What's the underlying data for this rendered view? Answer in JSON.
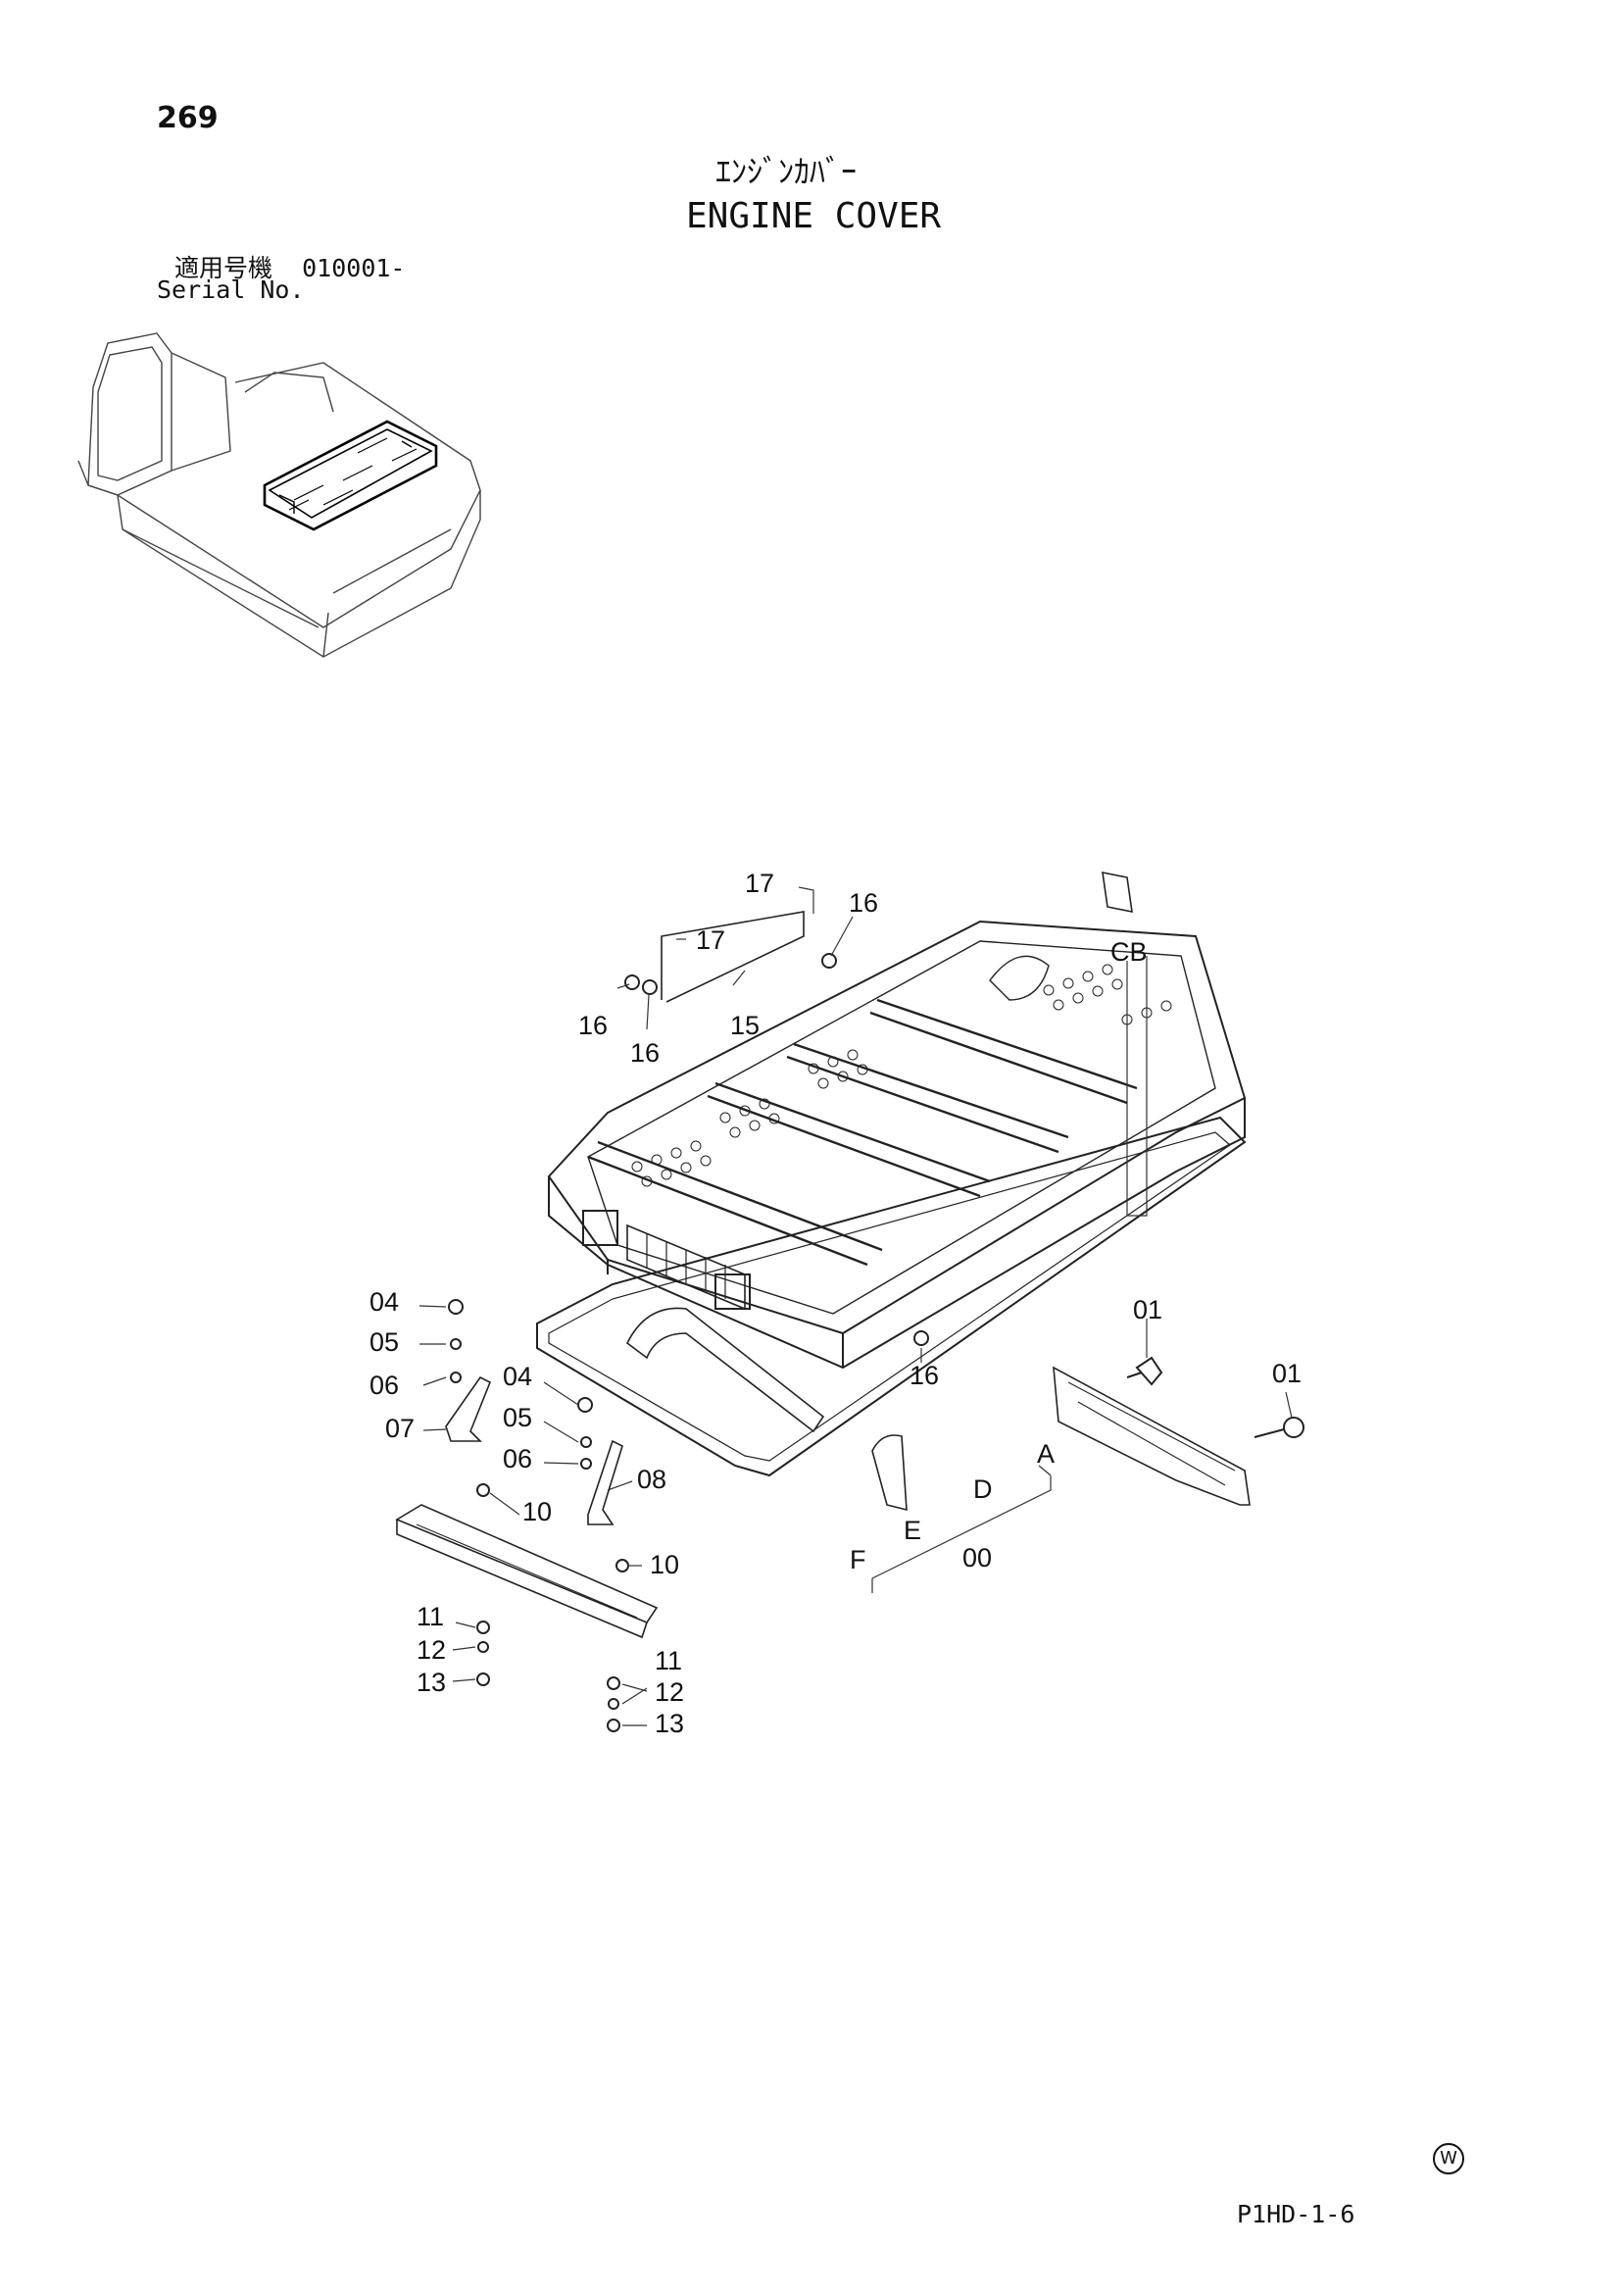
{
  "page_number": "269",
  "title_jp": "ｴﾝｼﾞﾝｶﾊﾞｰ",
  "title_en": "ENGINE COVER",
  "serial": {
    "label_jp": "適用号機",
    "value": "010001-",
    "label_en": "Serial No."
  },
  "doc_code": "P1HD-1-6",
  "w_mark": "W",
  "callouts": [
    {
      "label": "17"
    },
    {
      "label": "16"
    },
    {
      "label": "17"
    },
    {
      "label": "CB"
    },
    {
      "label": "16"
    },
    {
      "label": "16"
    },
    {
      "label": "15"
    },
    {
      "label": "04"
    },
    {
      "label": "05"
    },
    {
      "label": "06"
    },
    {
      "label": "07"
    },
    {
      "label": "04"
    },
    {
      "label": "05"
    },
    {
      "label": "06"
    },
    {
      "label": "08"
    },
    {
      "label": "10"
    },
    {
      "label": "10"
    },
    {
      "label": "11"
    },
    {
      "label": "12"
    },
    {
      "label": "13"
    },
    {
      "label": "11"
    },
    {
      "label": "12"
    },
    {
      "label": "13"
    },
    {
      "label": "01"
    },
    {
      "label": "01"
    },
    {
      "label": "16"
    },
    {
      "label": "A"
    },
    {
      "label": "D"
    },
    {
      "label": "E"
    },
    {
      "label": "F"
    },
    {
      "label": "00"
    }
  ]
}
